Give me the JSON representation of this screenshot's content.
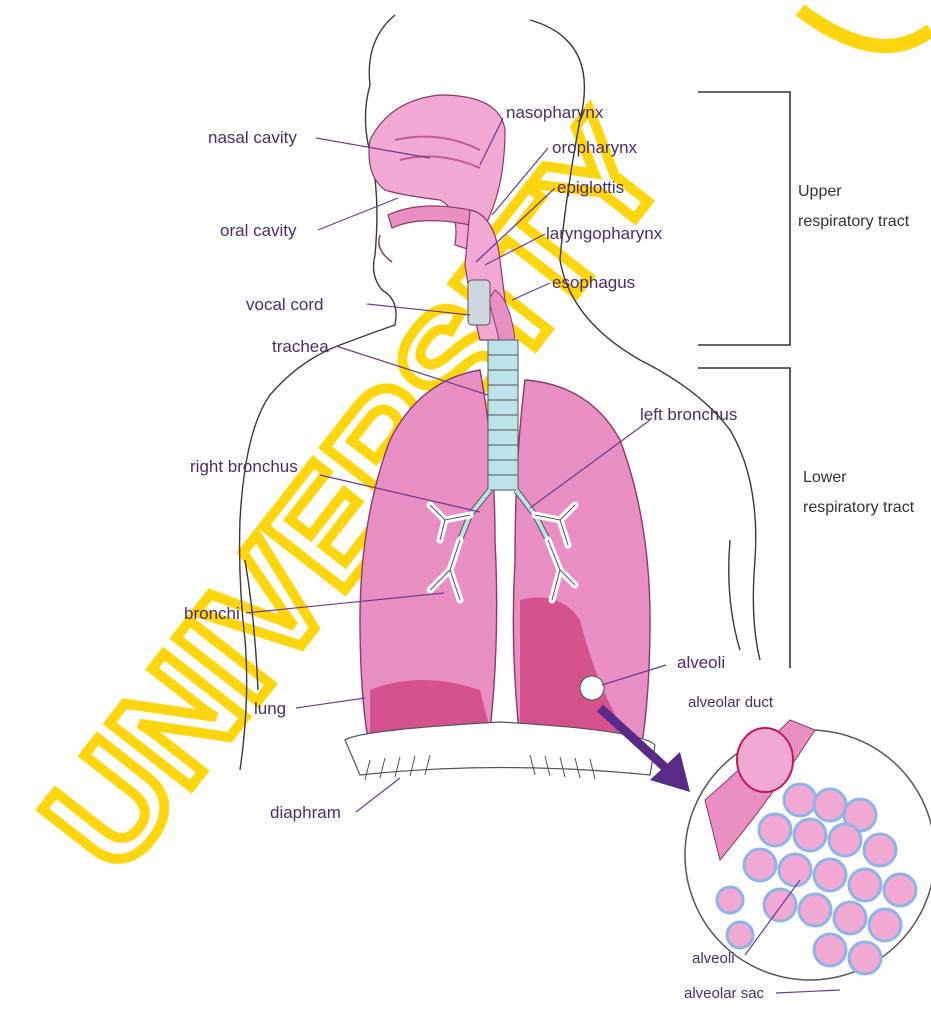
{
  "labels": {
    "nasal_cavity": "nasal cavity",
    "oral_cavity": "oral cavity",
    "nasopharynx": "nasopharynx",
    "oropharynx": "oropharynx",
    "epiglottis": "epiglottis",
    "laryngopharynx": "laryngopharynx",
    "esophagus": "esophagus",
    "vocal_cord": "vocal cord",
    "trachea": "trachea",
    "left_bronchus": "left bronchus",
    "right_bronchus": "right bronchus",
    "bronchi": "bronchi",
    "alveoli": "alveoli",
    "lung": "lung",
    "diaphram": "diaphram",
    "alveolar_duct": "alveolar duct",
    "alveoli_inset": "alveoli",
    "alveolar_sac": "alveolar sac"
  },
  "regions": {
    "upper_line1": "Upper",
    "upper_line2": "respiratory tract",
    "lower_line1": "Lower",
    "lower_line2": "respiratory tract"
  },
  "watermark": "UNIVERSITY",
  "colors": {
    "lung_pink": "#e98fc3",
    "lung_dark": "#d6528f",
    "airway_pink": "#f2a9d4",
    "trachea_blue": "#bfe3ea",
    "label_purple": "#4a2f6b",
    "arrow_purple": "#5a2b86",
    "watermark_yellow": "#ffd400",
    "alveoli_blue": "#8fb4e8"
  }
}
